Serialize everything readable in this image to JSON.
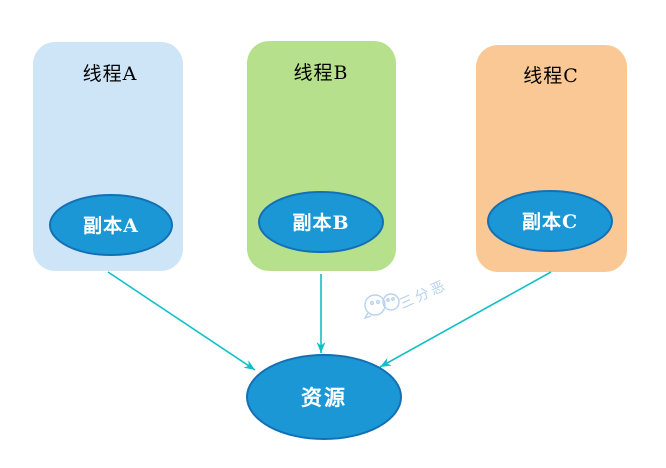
{
  "diagram": {
    "threads": [
      {
        "id": "thread-a",
        "title": "线程A",
        "copy_label": "副本A"
      },
      {
        "id": "thread-b",
        "title": "线程B",
        "copy_label": "副本B"
      },
      {
        "id": "thread-c",
        "title": "线程C",
        "copy_label": "副本C"
      }
    ],
    "resource": {
      "label": "资源"
    },
    "edges": [
      {
        "from": "副本A",
        "to": "资源"
      },
      {
        "from": "副本B",
        "to": "资源"
      },
      {
        "from": "副本C",
        "to": "资源"
      }
    ],
    "watermark": {
      "text": "三分恶",
      "icon": "chat-faces-icon"
    },
    "colors": {
      "background": "#ffffff",
      "thread_a_fill": "#cee5f7",
      "thread_b_fill": "#b6e08c",
      "thread_c_fill": "#f9c894",
      "node_fill": "#1b97d6",
      "node_stroke": "#1470b4",
      "title_text": "#000000",
      "node_text": "#ffffff",
      "arrow": "#12bfc7",
      "watermark": "#b8d2f0"
    }
  }
}
